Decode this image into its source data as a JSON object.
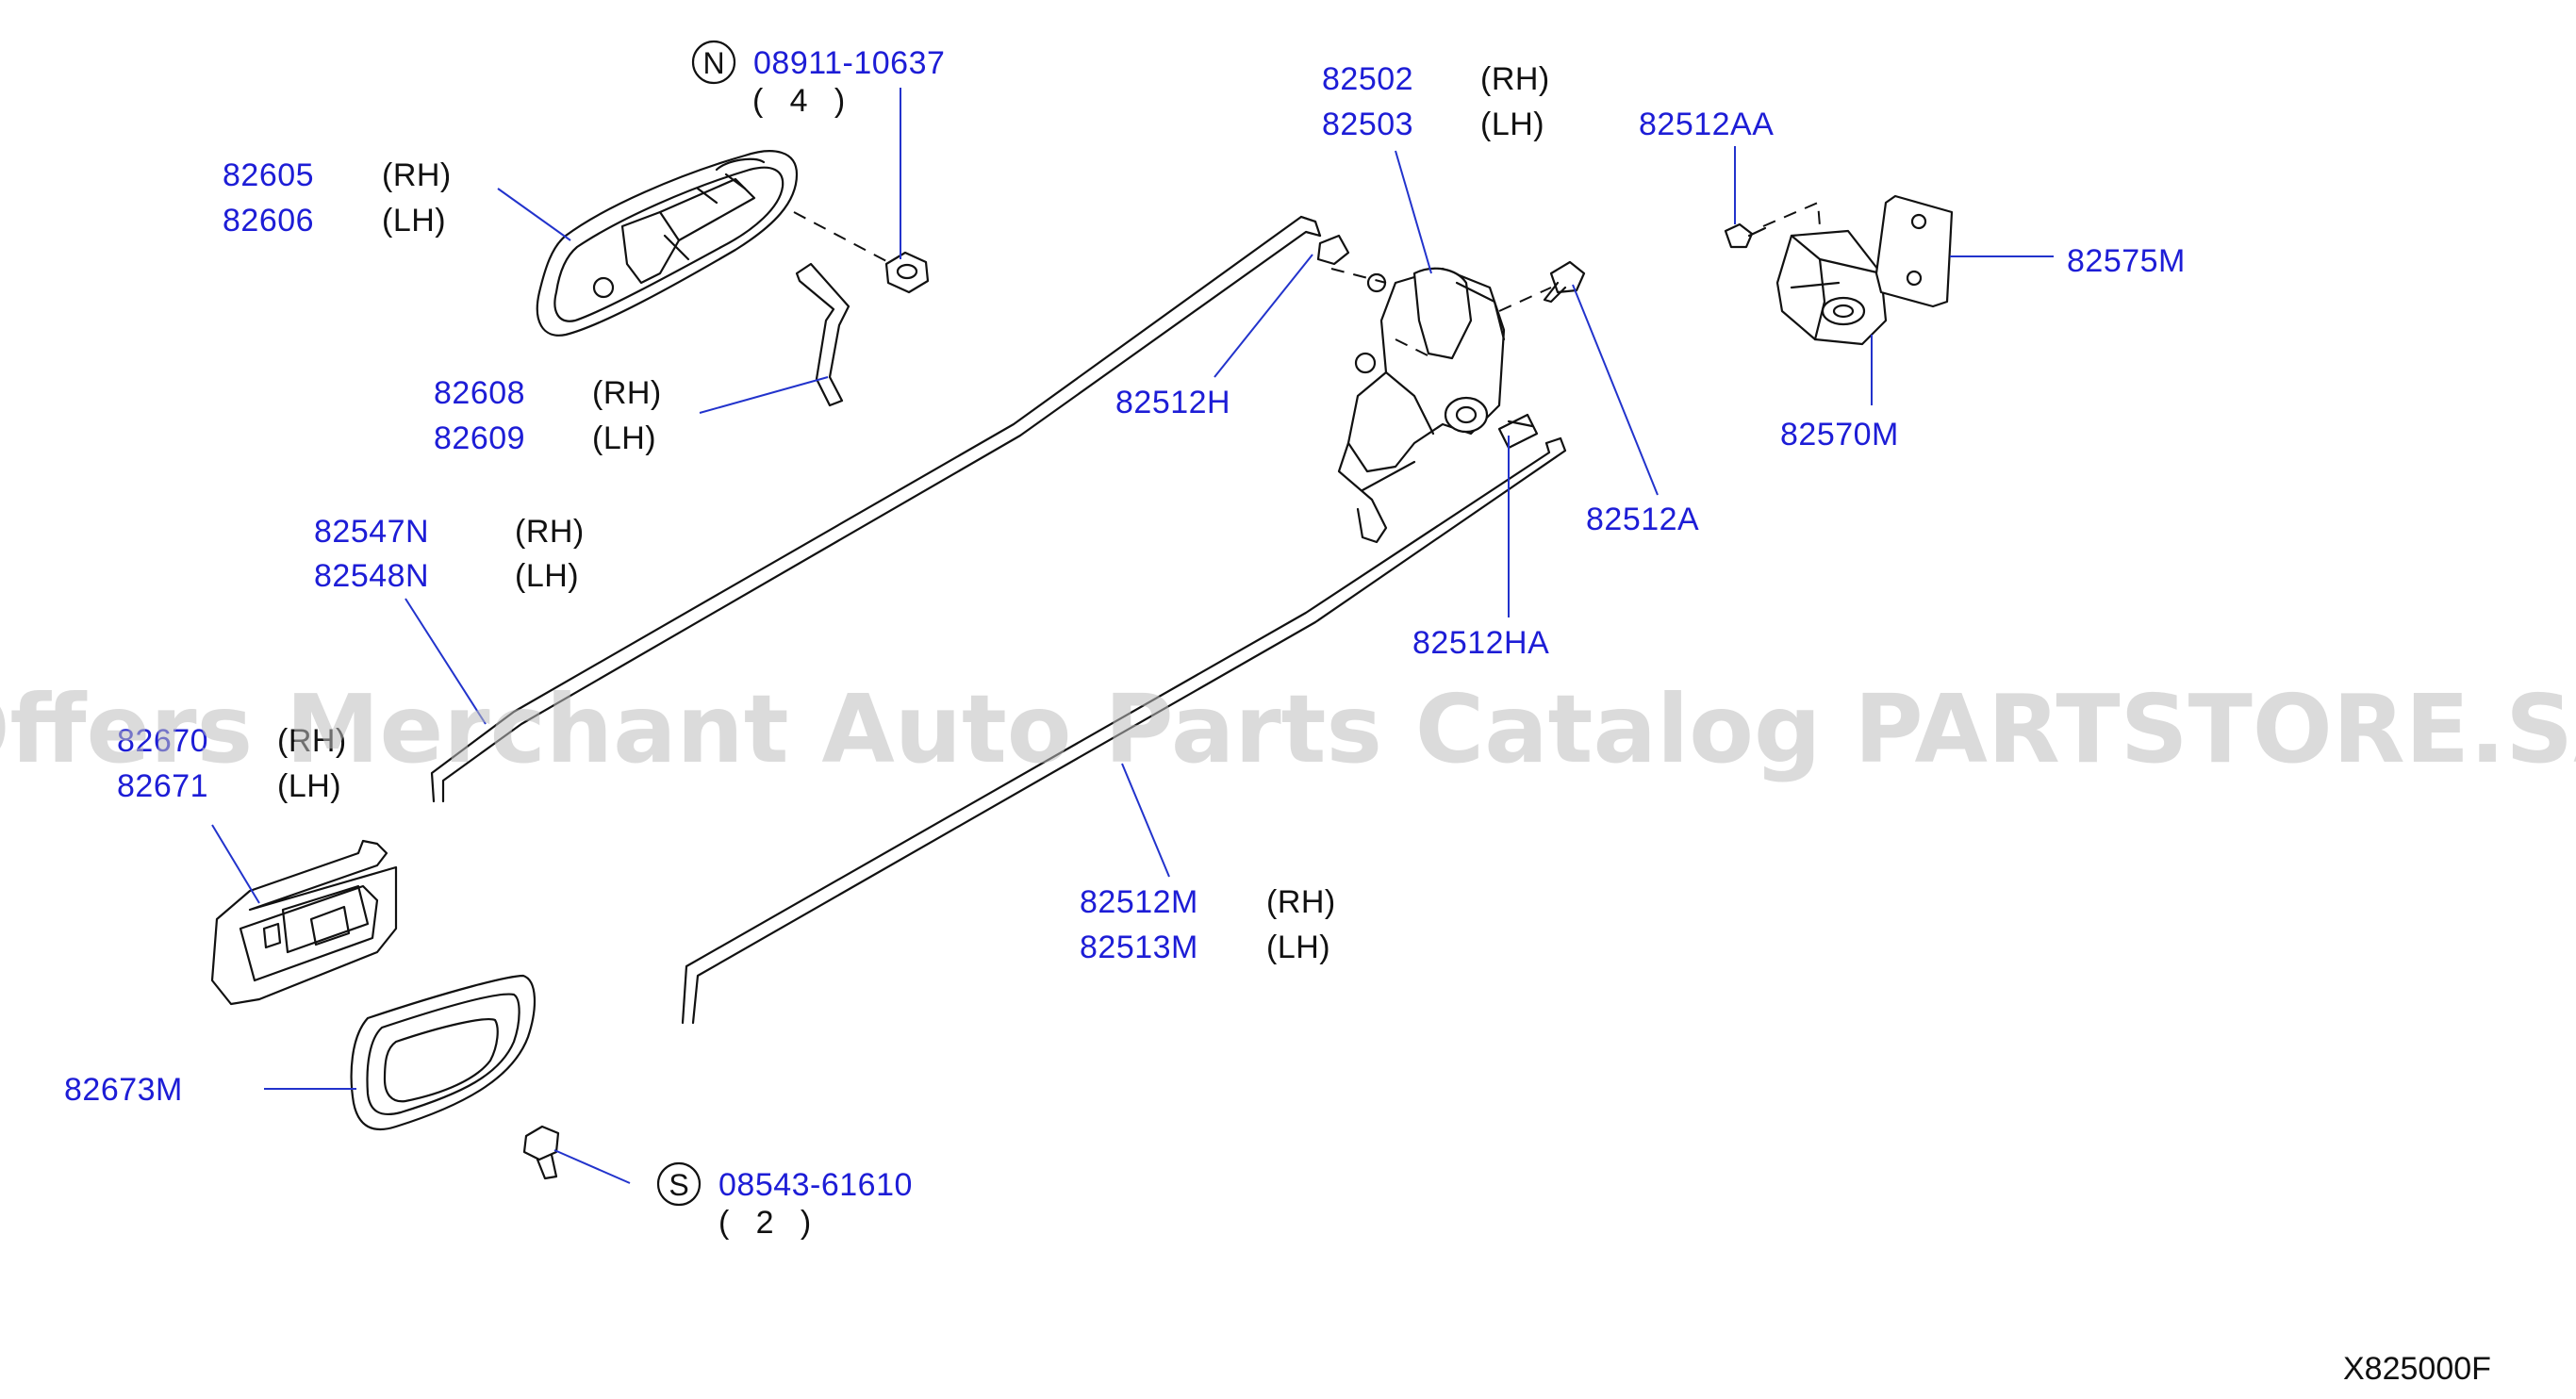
{
  "diagram": {
    "code": "X825000F",
    "watermark": "Offers Merchant Auto Parts Catalog PARTSTORE.SA",
    "labels": [
      {
        "id": "n_08911_10637",
        "number": "08911-10637",
        "prefix": "N",
        "qty": "(   4   )"
      },
      {
        "id": "p_82605",
        "number": "82605",
        "side": "(RH)"
      },
      {
        "id": "p_82606",
        "number": "82606",
        "side": "(LH)"
      },
      {
        "id": "p_82608",
        "number": "82608",
        "side": "(RH)"
      },
      {
        "id": "p_82609",
        "number": "82609",
        "side": "(LH)"
      },
      {
        "id": "p_82547N",
        "number": "82547N",
        "side": "(RH)"
      },
      {
        "id": "p_82548N",
        "number": "82548N",
        "side": "(LH)"
      },
      {
        "id": "p_82670",
        "number": "82670",
        "side": "(RH)"
      },
      {
        "id": "p_82671",
        "number": "82671",
        "side": "(LH)"
      },
      {
        "id": "p_82673M",
        "number": "82673M"
      },
      {
        "id": "s_08543_61610",
        "number": "08543-61610",
        "prefix": "S",
        "qty": "(   2   )"
      },
      {
        "id": "p_82502",
        "number": "82502",
        "side": "(RH)"
      },
      {
        "id": "p_82503",
        "number": "82503",
        "side": "(LH)"
      },
      {
        "id": "p_82512AA",
        "number": "82512AA"
      },
      {
        "id": "p_82575M",
        "number": "82575M"
      },
      {
        "id": "p_82570M",
        "number": "82570M"
      },
      {
        "id": "p_82512H",
        "number": "82512H"
      },
      {
        "id": "p_82512A",
        "number": "82512A"
      },
      {
        "id": "p_82512HA",
        "number": "82512HA"
      },
      {
        "id": "p_82512M",
        "number": "82512M",
        "side": "(RH)"
      },
      {
        "id": "p_82513M",
        "number": "82513M",
        "side": "(LH)"
      }
    ]
  }
}
